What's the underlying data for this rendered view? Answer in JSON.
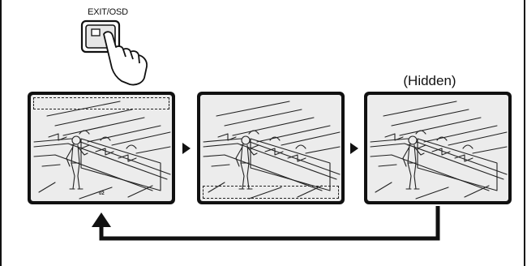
{
  "button": {
    "label": "EXIT/OSD",
    "icon": "osd-button-icon"
  },
  "hand": {
    "icon": "pointing-hand-icon"
  },
  "screens": [
    {
      "id": "screen-osd-top",
      "osd": "top",
      "camera_id": "02"
    },
    {
      "id": "screen-osd-bottom",
      "osd": "bottom",
      "camera_id": ""
    },
    {
      "id": "screen-hidden",
      "osd": "none",
      "caption": "(Hidden)"
    }
  ],
  "arrows": [
    {
      "from": "screen-osd-top",
      "to": "screen-osd-bottom"
    },
    {
      "from": "screen-osd-bottom",
      "to": "screen-hidden"
    },
    {
      "from": "screen-hidden",
      "to": "screen-osd-top",
      "style": "loop-back"
    }
  ],
  "colors": {
    "line": "#111111",
    "screen_bg": "#ececec",
    "frame": "#111111"
  }
}
